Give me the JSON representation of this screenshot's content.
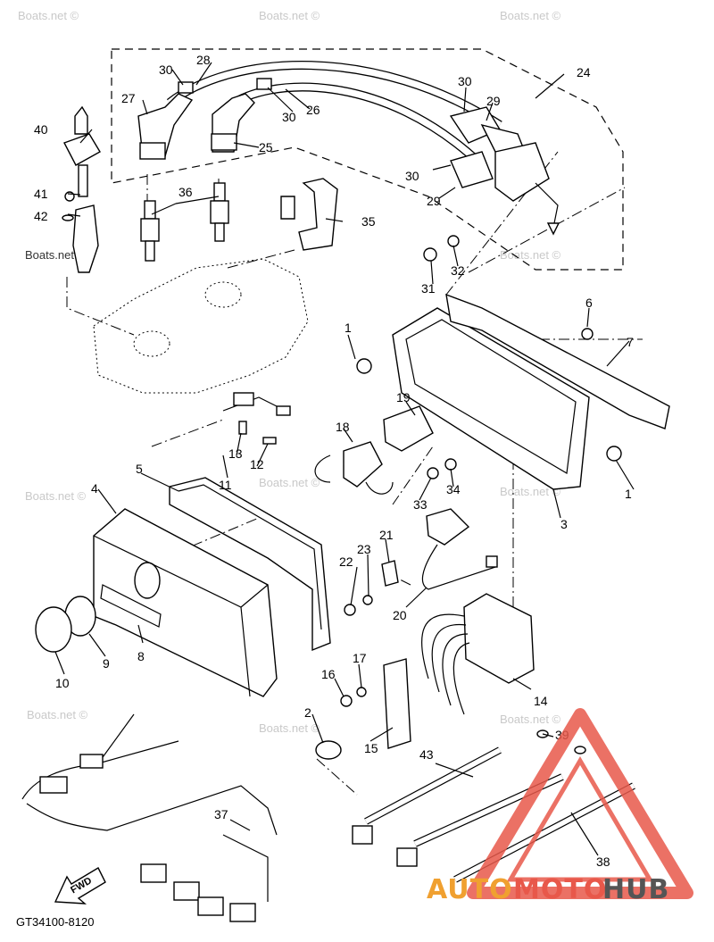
{
  "watermark": "Boats.net ©",
  "diagram_code": "GT34100-8120",
  "fwd_label": "FWD",
  "brand": {
    "auto": "AUTO",
    "moto": "MOTO",
    "hub": "HUB",
    "auto_color": "#f0a030",
    "moto_color": "#e8584a",
    "hub_color": "#555555",
    "triangle_color": "#e8584a"
  },
  "callouts": [
    "1",
    "1",
    "2",
    "3",
    "4",
    "5",
    "6",
    "7",
    "8",
    "9",
    "10",
    "11",
    "12",
    "13",
    "14",
    "15",
    "16",
    "17",
    "18",
    "19",
    "20",
    "21",
    "22",
    "23",
    "24",
    "25",
    "26",
    "27",
    "28",
    "29",
    "29",
    "30",
    "30",
    "30",
    "30",
    "31",
    "32",
    "33",
    "34",
    "35",
    "36",
    "37",
    "38",
    "39",
    "40",
    "41",
    "42",
    "43"
  ]
}
